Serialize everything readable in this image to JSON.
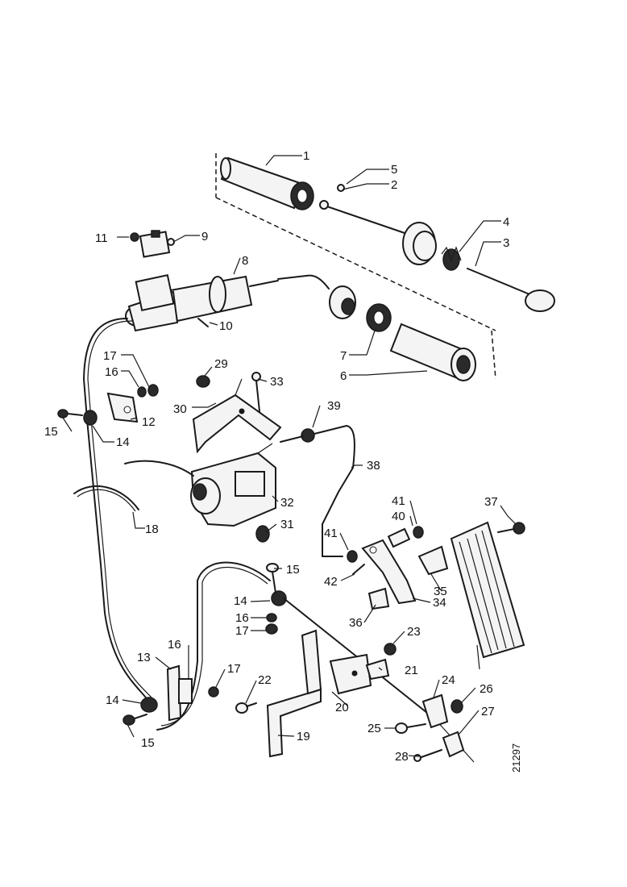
{
  "diagram": {
    "drawing_number": "21297",
    "callouts": [
      "1",
      "2",
      "3",
      "4",
      "5",
      "6",
      "7",
      "8",
      "9",
      "10",
      "11",
      "12",
      "13",
      "14",
      "15",
      "16",
      "17",
      "18",
      "19",
      "20",
      "21",
      "22",
      "23",
      "24",
      "25",
      "26",
      "27",
      "28",
      "29",
      "30",
      "31",
      "32",
      "33",
      "34",
      "35",
      "36",
      "37",
      "38",
      "39",
      "40",
      "41",
      "42"
    ]
  }
}
